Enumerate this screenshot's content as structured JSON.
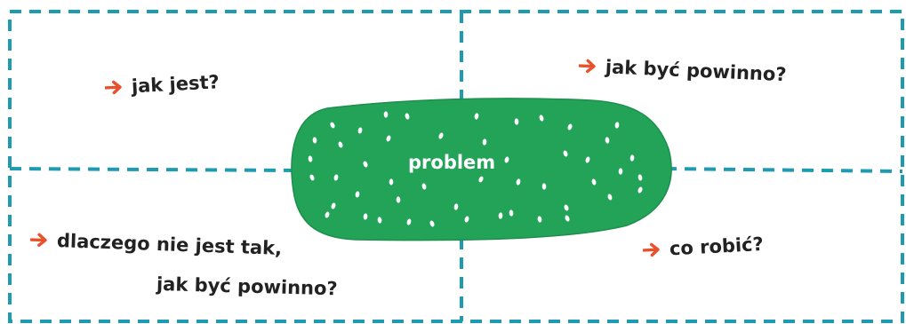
{
  "colors": {
    "frame": "#1e9bb0",
    "blob": "#23a358",
    "blob_edge": "#1d8f4c",
    "dot": "#ffffff",
    "arrow": "#e8512c",
    "text": "#222222"
  },
  "center": {
    "label": "problem"
  },
  "quadrants": {
    "top_left": {
      "icon": "arrow-right-icon",
      "text": "jak jest?"
    },
    "top_right": {
      "icon": "arrow-right-icon",
      "text": "jak być powinno?"
    },
    "bottom_left": {
      "icon": "arrow-right-icon",
      "line1": "dlaczego nie jest tak,",
      "line2": "jak być powinno?"
    },
    "bottom_right": {
      "icon": "arrow-right-icon",
      "text": "co robić?"
    }
  }
}
